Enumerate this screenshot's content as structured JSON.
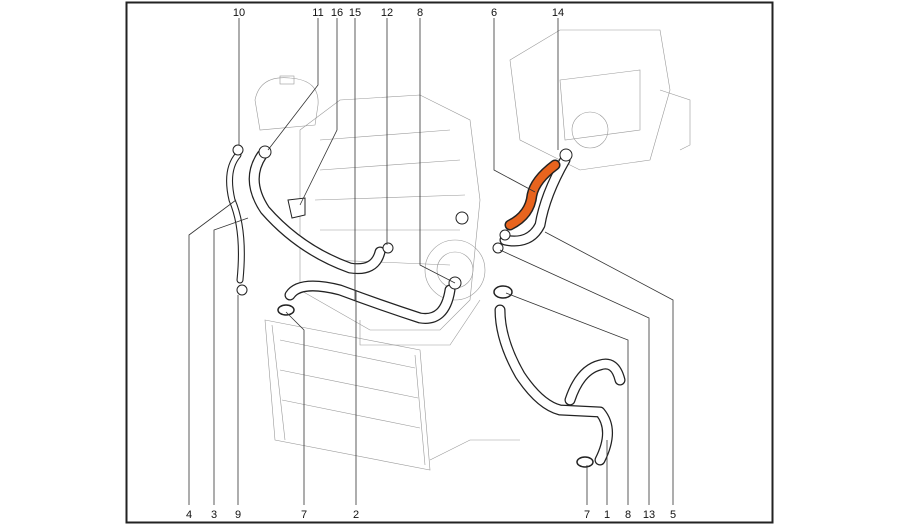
{
  "diagram": {
    "top_callouts": [
      "10",
      "11",
      "16",
      "15",
      "12",
      "8",
      "6",
      "14"
    ],
    "bottom_callouts": [
      "4",
      "3",
      "9",
      "7",
      "2",
      "7",
      "1",
      "8",
      "13",
      "5"
    ],
    "highlight_color": "#e8641e"
  }
}
